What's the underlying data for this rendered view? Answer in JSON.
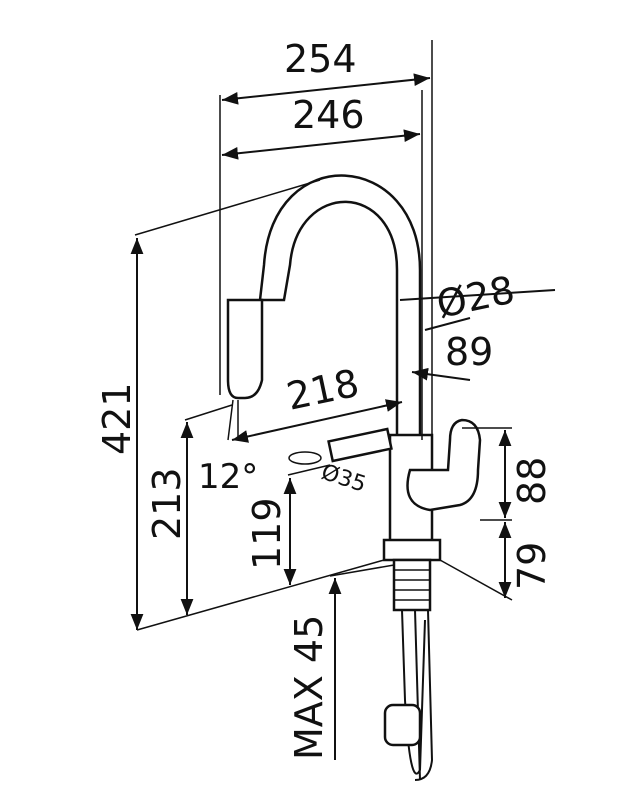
{
  "title": "Kitchen faucet dimension drawing",
  "dimensions": {
    "overall_reach": "254",
    "spout_reach": "246",
    "spout_diameter": "Ø28",
    "body_offset": "89",
    "spout_to_hole": "218",
    "spray_angle": "12°",
    "hole_diameter": "Ø35",
    "overall_height": "421",
    "spout_height": "213",
    "clearance_height": "119",
    "handle_height": "88",
    "base_height": "79",
    "max_deck_thickness": "MAX 45"
  },
  "colors": {
    "line": "#111111",
    "background": "#ffffff"
  }
}
